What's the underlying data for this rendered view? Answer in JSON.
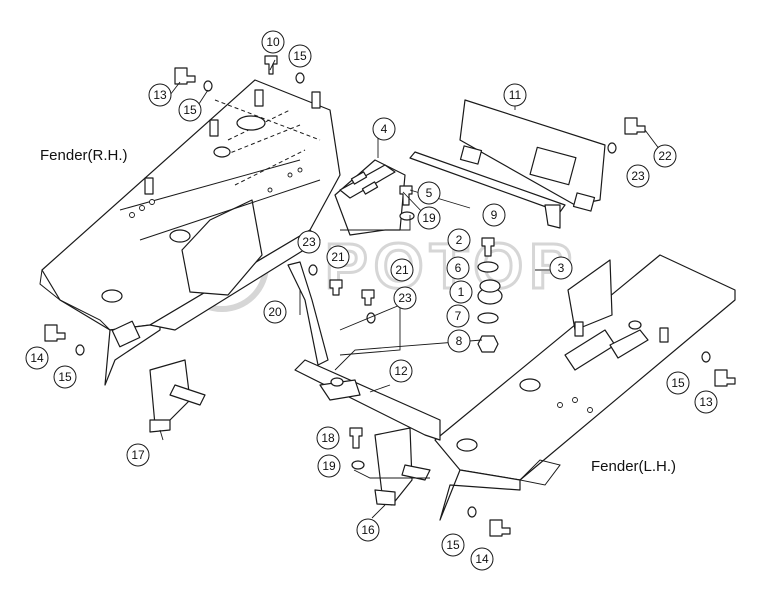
{
  "labels": {
    "fender_rh": "Fender(R.H.)",
    "fender_lh": "Fender(L.H.)"
  },
  "watermark": "POTOP",
  "callouts": {
    "c1": "1",
    "c2": "2",
    "c3": "3",
    "c4": "4",
    "c5": "5",
    "c6": "6",
    "c7": "7",
    "c8": "8",
    "c9": "9",
    "c10": "10",
    "c11": "11",
    "c12": "12",
    "c13a": "13",
    "c13b": "13",
    "c14a": "14",
    "c14b": "14",
    "c15a": "15",
    "c15b": "15",
    "c15c": "15",
    "c15d": "15",
    "c15e": "15",
    "c16": "16",
    "c17": "17",
    "c18": "18",
    "c19a": "19",
    "c19b": "19",
    "c20": "20",
    "c21a": "21",
    "c21b": "21",
    "c22": "22",
    "c23a": "23",
    "c23b": "23",
    "c23c": "23"
  }
}
